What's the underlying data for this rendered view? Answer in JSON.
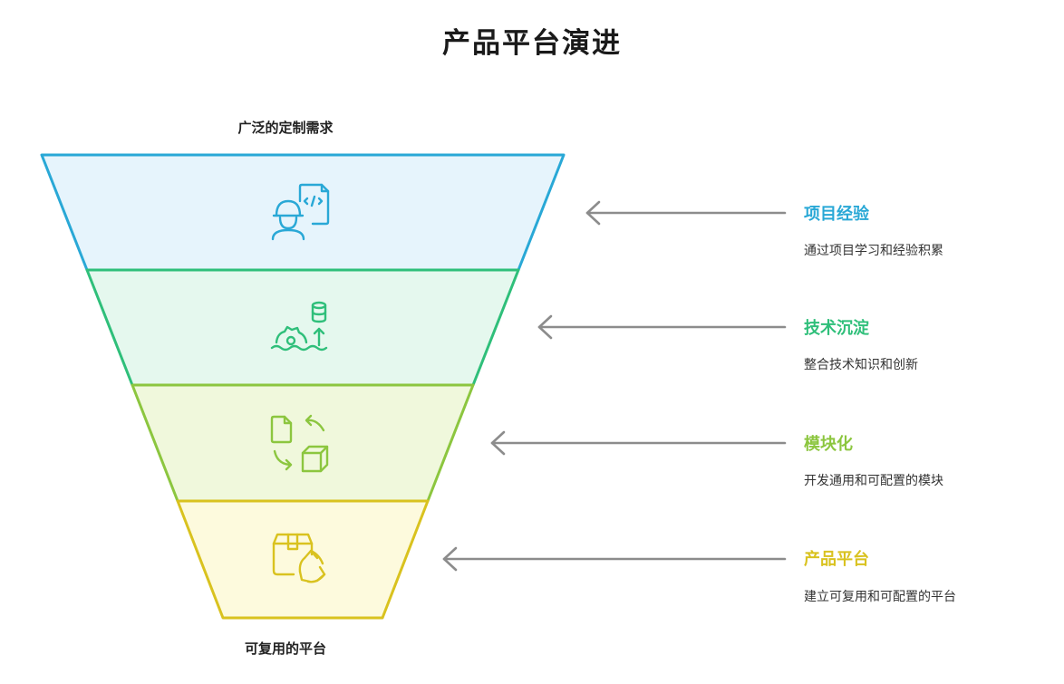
{
  "title": "产品平台演进",
  "funnel": {
    "top_label": "广泛的定制需求",
    "bottom_label": "可复用的平台"
  },
  "stages": [
    {
      "title": "项目经验",
      "desc": "通过项目学习和经验积累",
      "color": "#29a8d6",
      "fill": "#e6f4fc",
      "icon": "developer-icon"
    },
    {
      "title": "技术沉淀",
      "desc": "整合技术知识和创新",
      "color": "#2fbf7a",
      "fill": "#e5f8ee",
      "icon": "tech-deposit-icon"
    },
    {
      "title": "模块化",
      "desc": "开发通用和可配置的模块",
      "color": "#8cc63f",
      "fill": "#f0f8dc",
      "icon": "modular-exchange-icon"
    },
    {
      "title": "产品平台",
      "desc": "建立可复用和可配置的平台",
      "color": "#d9c21f",
      "fill": "#fdfadd",
      "icon": "recycle-box-icon"
    }
  ],
  "arrow_color": "#8c8c8c"
}
